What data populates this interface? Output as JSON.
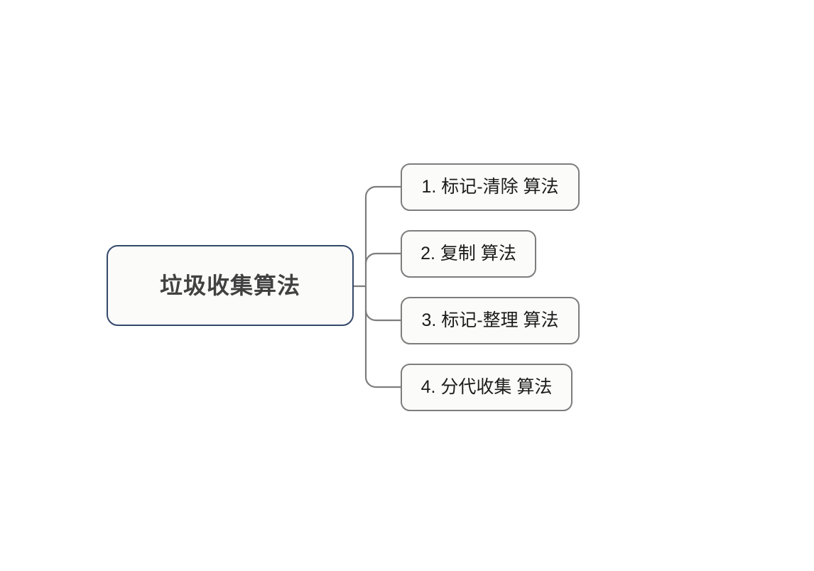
{
  "diagram": {
    "type": "mind-map",
    "orientation": "left-to-right",
    "background_color": "#ffffff",
    "root": {
      "label": "垃圾收集算法",
      "border_color": "#34486b",
      "text_color": "#414141",
      "fill_color": "#fbfbfa"
    },
    "connector_color": "#7d7d7d",
    "children": [
      {
        "index": "1",
        "label": "1. 标记-清除 算法",
        "border_color": "#7d7d7d",
        "text_color": "#1b1b1b",
        "fill_color": "#fbfbfa"
      },
      {
        "index": "2",
        "label": "2. 复制 算法",
        "border_color": "#7d7d7d",
        "text_color": "#1b1b1b",
        "fill_color": "#fbfbfa"
      },
      {
        "index": "3",
        "label": "3. 标记-整理 算法",
        "border_color": "#7d7d7d",
        "text_color": "#1b1b1b",
        "fill_color": "#fbfbfa"
      },
      {
        "index": "4",
        "label": "4. 分代收集 算法",
        "border_color": "#7d7d7d",
        "text_color": "#1b1b1b",
        "fill_color": "#fbfbfa"
      }
    ]
  }
}
